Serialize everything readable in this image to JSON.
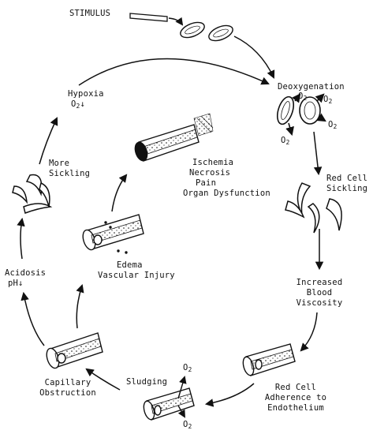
{
  "labels": {
    "stimulus": "STIMULUS",
    "deoxygenation": "Deoxygenation",
    "red_cell_sickling_1": "Red Cell",
    "red_cell_sickling_2": "Sickling",
    "viscosity_1": "Increased",
    "viscosity_2": "Blood",
    "viscosity_3": "Viscosity",
    "adherence_1": "Red Cell",
    "adherence_2": "Adherence to",
    "adherence_3": "Endothelium",
    "sludging": "Sludging",
    "capillary_1": "Capillary",
    "capillary_2": "Obstruction",
    "acidosis_1": "Acidosis",
    "acidosis_2": "pH↓",
    "more_sickling_1": "More",
    "more_sickling_2": "Sickling",
    "hypoxia_1": "Hypoxia",
    "hypoxia_2": "O2↓",
    "edema_1": "Edema",
    "edema_2": "Vascular Injury",
    "ischemia_1": "Ischemia",
    "ischemia_2": "Necrosis",
    "ischemia_3": "Pain",
    "ischemia_4": "Organ Dysfunction",
    "o2": "O2"
  }
}
